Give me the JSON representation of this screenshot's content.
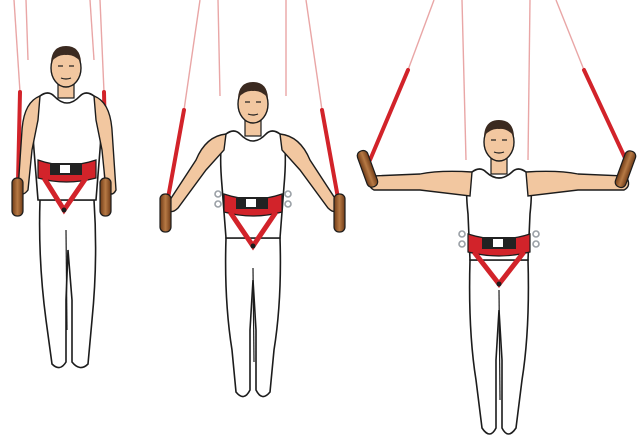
{
  "image": {
    "figures": [
      {
        "name": "gymnast-arms-down-harness"
      },
      {
        "name": "gymnast-arms-angled-harness"
      },
      {
        "name": "gymnast-iron-cross-harness"
      }
    ]
  },
  "colors": {
    "background": "#ffffff",
    "cable": "#e9a6a6",
    "strap": "#d2232a",
    "strap_dark": "#9c1418",
    "ring_handle": "#8a4d22",
    "ring_handle_light": "#b77a45",
    "skin": "#f2c7a0",
    "skin_shade": "#d89c73",
    "hair": "#3b2a20",
    "clothing": "#ffffff",
    "outline": "#1c1c1c",
    "buckle": "#222222",
    "metal": "#9aa0a6"
  }
}
